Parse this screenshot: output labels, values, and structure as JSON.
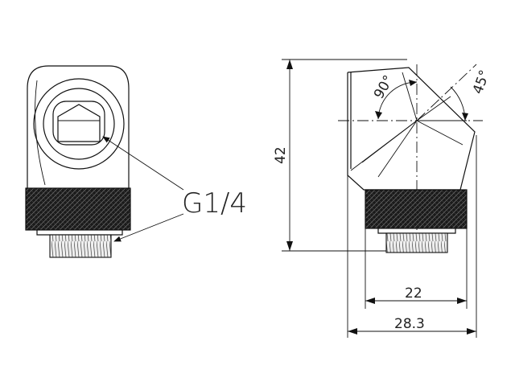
{
  "labels": {
    "thread": "G1/4",
    "height": "42",
    "width_inner": "22",
    "width_outer": "28.3",
    "angle_right": "90°",
    "angle_tilt": "45°"
  }
}
